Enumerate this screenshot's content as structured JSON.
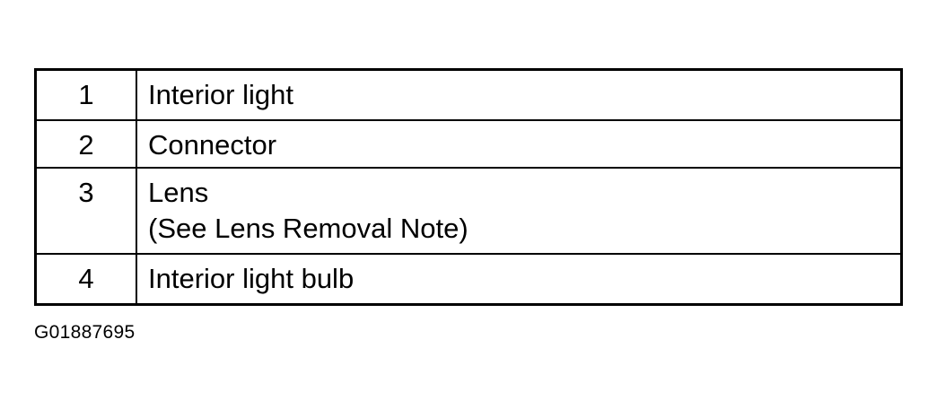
{
  "legend": {
    "rows": [
      {
        "number": "1",
        "lines": [
          "Interior light"
        ]
      },
      {
        "number": "2",
        "lines": [
          "Connector"
        ]
      },
      {
        "number": "3",
        "lines": [
          "Lens",
          "(See Lens Removal Note)"
        ]
      },
      {
        "number": "4",
        "lines": [
          "Interior light bulb"
        ]
      }
    ]
  },
  "figure_id": "G01887695"
}
